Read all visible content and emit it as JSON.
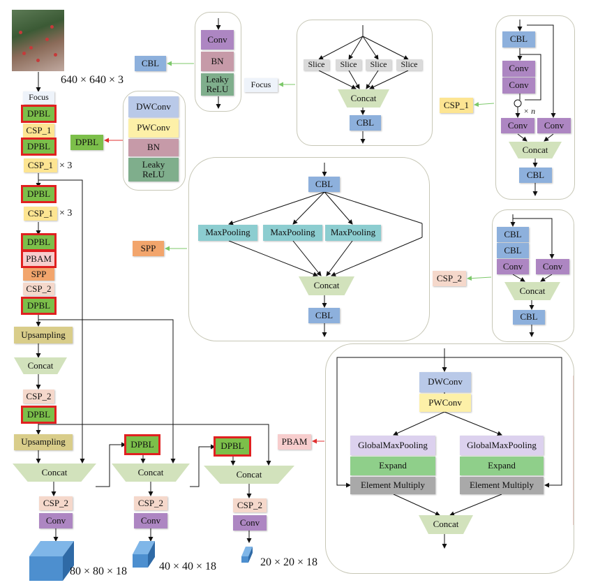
{
  "input": {
    "size": "640 × 640 × 3"
  },
  "backbone": {
    "focus": "Focus",
    "dpbl1": "DPBL",
    "csp1a": "CSP_1",
    "dpbl2": "DPBL",
    "csp1b": "CSP_1",
    "x3a": "× 3",
    "dpbl3": "DPBL",
    "csp1c": "CSP_1",
    "x3b": "× 3",
    "dpbl4": "DPBL",
    "pbam": "PBAM",
    "spp": "SPP",
    "csp2": "CSP_2",
    "dpbl5": "DPBL"
  },
  "neck": {
    "ups1": "Upsampling",
    "concat1": "Concat",
    "csp2": "CSP_2",
    "dpbl": "DPBL",
    "ups2": "Upsampling",
    "concat2": "Concat",
    "dpbl_b": "DPBL",
    "concat3": "Concat",
    "dpbl_c": "DPBL",
    "concat4": "Concat"
  },
  "heads": {
    "h1": {
      "csp": "CSP_2",
      "conv": "Conv",
      "size": "80 × 80 × 18"
    },
    "h2": {
      "csp": "CSP_2",
      "conv": "Conv",
      "size": "40 × 40 × 18"
    },
    "h3": {
      "csp": "CSP_2",
      "conv": "Conv",
      "size": "20 × 20 × 18"
    }
  },
  "cbl_def": {
    "label": "CBL",
    "conv": "Conv",
    "bn": "BN",
    "leaky": "Leaky ReLU"
  },
  "dpbl_def": {
    "label": "DPBL",
    "dw": "DWConv",
    "pw": "PWConv",
    "bn": "BN",
    "leaky": "Leaky ReLU"
  },
  "focus_def": {
    "label": "Focus",
    "slice": "Slice",
    "concat": "Concat",
    "cbl": "CBL"
  },
  "spp_def": {
    "label": "SPP",
    "cbl_top": "CBL",
    "maxpool": "MaxPooling",
    "concat": "Concat",
    "cbl_bot": "CBL"
  },
  "csp1_def": {
    "label": "CSP_1",
    "cbl_top": "CBL",
    "conv": "Conv",
    "times_n": "× n",
    "concat": "Concat",
    "cbl_bot": "CBL"
  },
  "csp2_def": {
    "label": "CSP_2",
    "cbl": "CBL",
    "conv": "Conv",
    "concat": "Concat"
  },
  "pbam_def": {
    "label": "PBAM",
    "dw": "DWConv",
    "pw": "PWConv",
    "gmp": "GlobalMaxPooling",
    "expand": "Expand",
    "em": "Element Multiply",
    "concat": "Concat"
  }
}
